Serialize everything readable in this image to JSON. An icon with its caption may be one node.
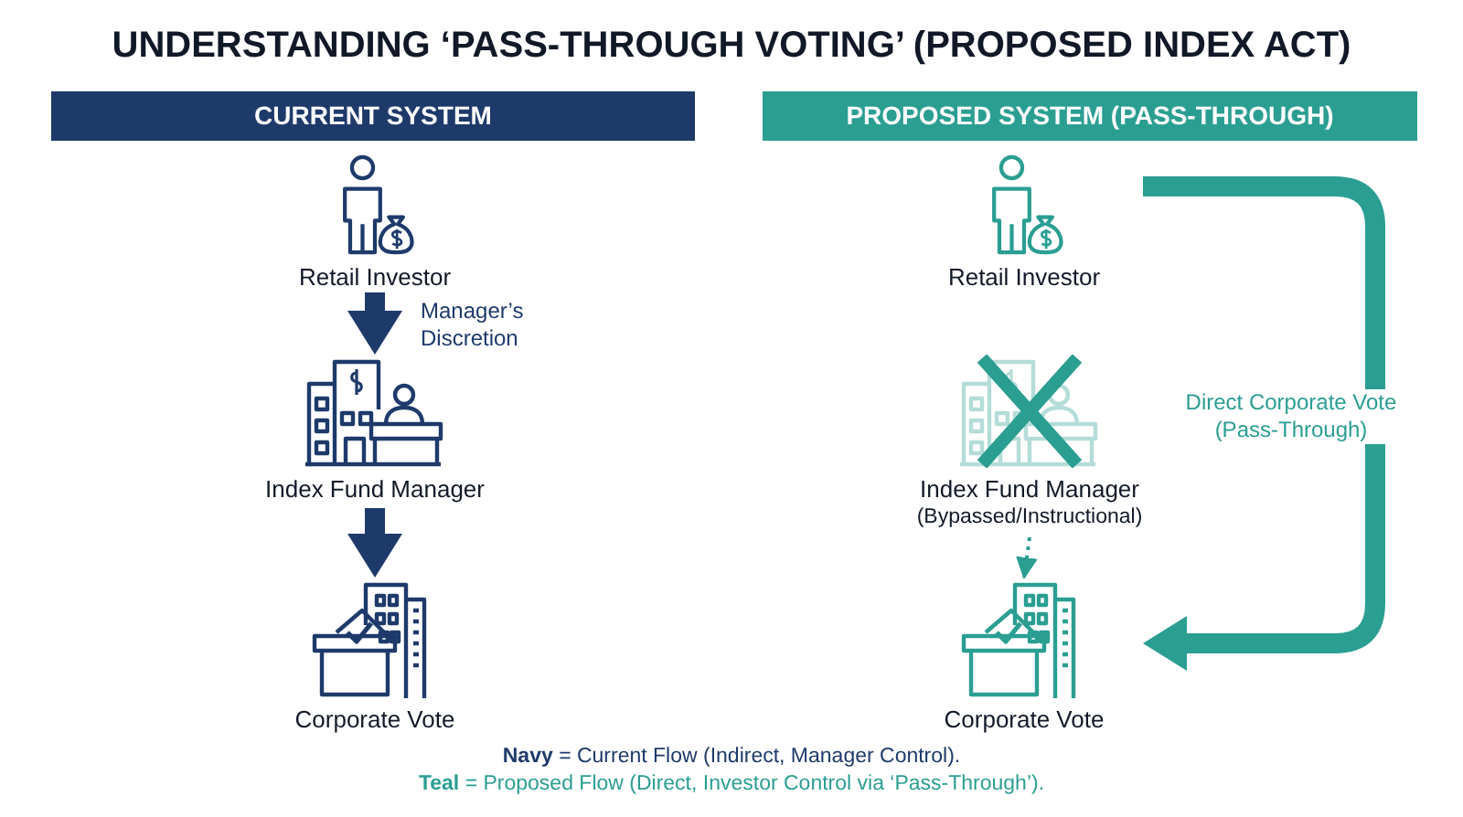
{
  "diagram": {
    "title": "UNDERSTANDING ‘PASS-THROUGH VOTING’ (PROPOSED INDEX ACT)",
    "nodes": [
      {
        "text": [
          "CURRENT SYSTEM"
        ]
      },
      {
        "text": [
          "PROPOSED SYSTEM (PASS-THROUGH)"
        ]
      },
      {
        "text": [
          "Retail Investor"
        ]
      },
      {
        "text": [
          "Index Fund Manager"
        ]
      },
      {
        "text": [
          "Corporate Vote"
        ]
      },
      {
        "text": [
          "Retail Investor"
        ]
      },
      {
        "text": [
          "Index Fund Manager",
          "(Bypassed/Instructional)"
        ]
      },
      {
        "text": [
          "Corporate Vote"
        ]
      }
    ],
    "edges": [
      {
        "from": 2,
        "to": 3,
        "arrow": "to",
        "label": "Manager’s Discretion"
      },
      {
        "from": 3,
        "to": 4,
        "arrow": "to"
      },
      {
        "from": 6,
        "to": 7,
        "arrow": "to",
        "style": "dashed",
        "color": "#2b9e92"
      },
      {
        "from": 5,
        "to": 7,
        "arrow": "to",
        "label": "Direct Corporate Vote (Pass-Through)",
        "color": "#2b9e92"
      }
    ],
    "labels": [
      "**Navy** = Current Flow (Indirect, Manager Control).",
      "**Teal** = Proposed Flow (Direct, Investor Control via ‘Pass-Through’)."
    ]
  }
}
